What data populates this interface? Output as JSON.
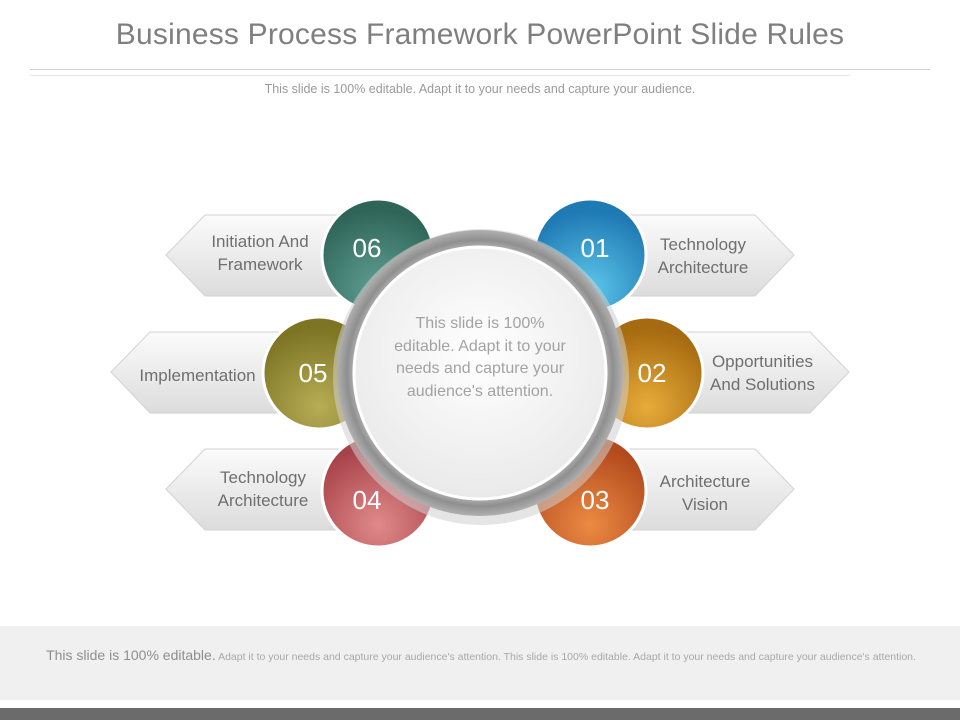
{
  "slide": {
    "title": "Business Process Framework PowerPoint Slide Rules",
    "subtitle": "This slide is 100% editable. Adapt it to your needs and capture your audience."
  },
  "diagram": {
    "center_text": "This slide is 100% editable. Adapt it to your needs and capture your audience's attention.",
    "items": [
      {
        "number": "01",
        "label": "Technology\nArchitecture",
        "color": "#2f8fc4"
      },
      {
        "number": "02",
        "label": "Opportunities\nAnd Solutions",
        "color": "#c98a1a"
      },
      {
        "number": "03",
        "label": "Architecture\nVision",
        "color": "#d0632a"
      },
      {
        "number": "04",
        "label": "Technology\nArchitecture",
        "color": "#bf5a5a"
      },
      {
        "number": "05",
        "label": "Implementation",
        "color": "#948a34"
      },
      {
        "number": "06",
        "label": "Initiation And\nFramework",
        "color": "#3f7a6e"
      }
    ]
  },
  "footer": {
    "lead": "This slide is 100% editable.",
    "rest": "Adapt it to your needs and capture your audience's attention. This slide is 100% editable. Adapt it to your needs and capture your audience's attention."
  }
}
